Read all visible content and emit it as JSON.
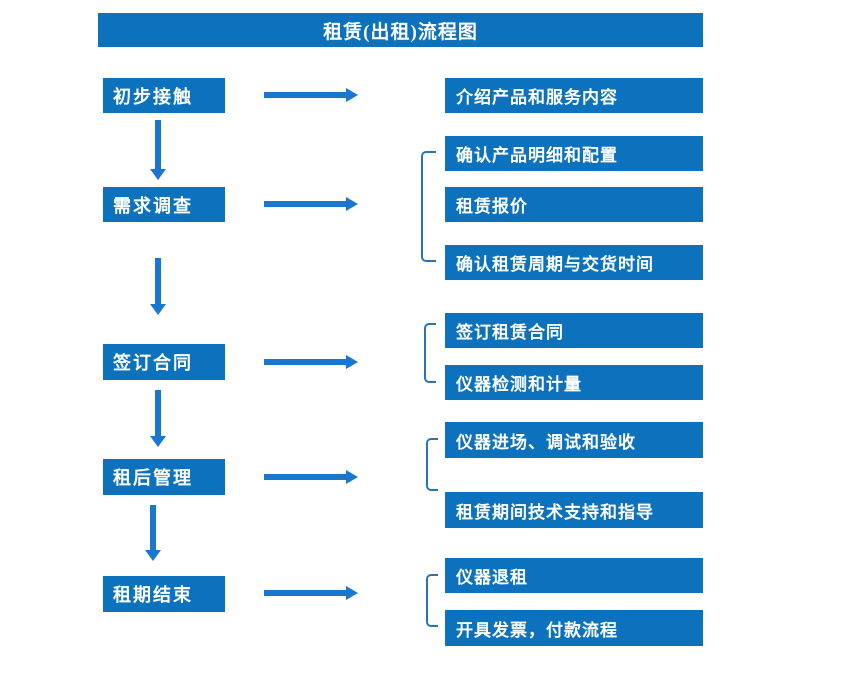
{
  "title": "租赁(出租)流程图",
  "colors": {
    "box_blue": "#0D72BE",
    "arrow_blue": "#1977CF",
    "bracket_blue": "#2E74B5",
    "text": "#FFFFFF",
    "background": "#FFFFFF"
  },
  "steps": [
    {
      "label": "初步接触"
    },
    {
      "label": "需求调查"
    },
    {
      "label": "签订合同"
    },
    {
      "label": "租后管理"
    },
    {
      "label": "租期结束"
    }
  ],
  "details": [
    {
      "label": "介绍产品和服务内容"
    },
    {
      "label": "确认产品明细和配置"
    },
    {
      "label": "租赁报价"
    },
    {
      "label": "确认租赁周期与交货时间"
    },
    {
      "label": "签订租赁合同"
    },
    {
      "label": "仪器检测和计量"
    },
    {
      "label": "仪器进场、调试和验收"
    },
    {
      "label": "租赁期间技术支持和指导"
    },
    {
      "label": "仪器退租"
    },
    {
      "label": "开具发票，付款流程"
    }
  ],
  "links": [
    {
      "from": "初步接触",
      "to": [
        "介绍产品和服务内容"
      ]
    },
    {
      "from": "需求调查",
      "to": [
        "确认产品明细和配置",
        "租赁报价",
        "确认租赁周期与交货时间"
      ]
    },
    {
      "from": "签订合同",
      "to": [
        "签订租赁合同",
        "仪器检测和计量"
      ]
    },
    {
      "from": "租后管理",
      "to": [
        "仪器进场、调试和验收",
        "租赁期间技术支持和指导"
      ]
    },
    {
      "from": "租期结束",
      "to": [
        "仪器退租",
        "开具发票，付款流程"
      ]
    }
  ]
}
